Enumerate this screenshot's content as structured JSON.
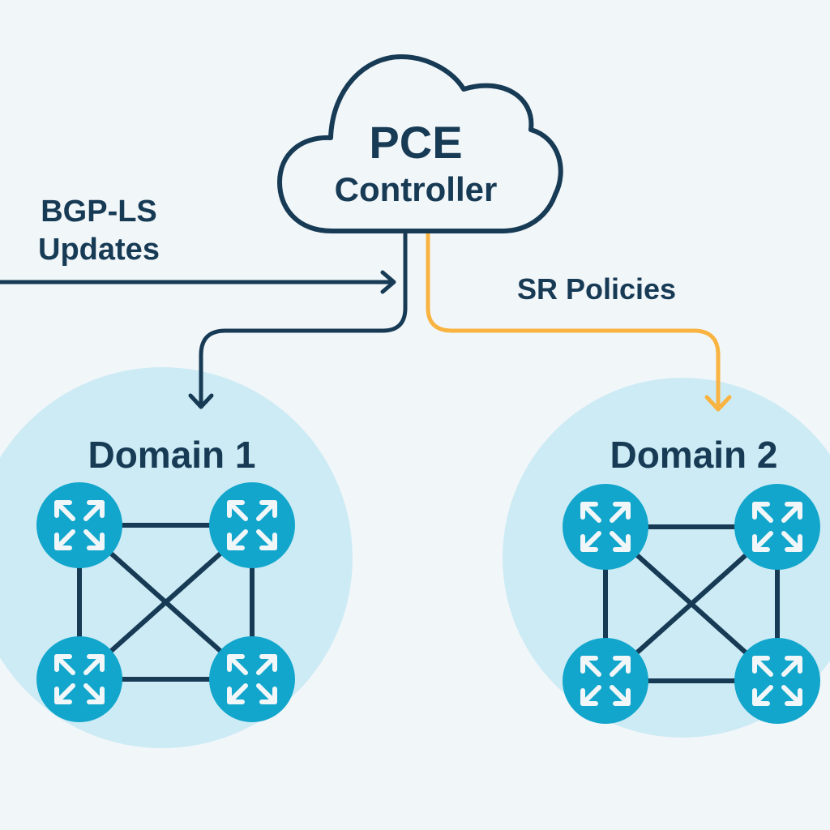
{
  "colors": {
    "background": "#f1f6f9",
    "ink": "#173a55",
    "accent_orange": "#f9b340",
    "domain_fill": "#cdebf5",
    "router_fill": "#12a6cc",
    "router_glyph": "#f1f6f9"
  },
  "controller": {
    "title": "PCE",
    "subtitle": "Controller",
    "icon": "cloud-icon"
  },
  "flows": {
    "bgp_ls": {
      "line1": "BGP-LS",
      "line2": "Updates",
      "direction": "into controller"
    },
    "sr_policies": {
      "label": "SR Policies",
      "direction": "controller to Domain 2"
    },
    "controller_to_domain1": {
      "direction": "controller to Domain 1"
    }
  },
  "domains": [
    {
      "label": "Domain 1",
      "routers": [
        "router-top-left",
        "router-top-right",
        "router-bottom-left",
        "router-bottom-right"
      ],
      "links": [
        "top",
        "bottom",
        "left",
        "right",
        "diagonal-1",
        "diagonal-2"
      ]
    },
    {
      "label": "Domain 2",
      "routers": [
        "router-top-left",
        "router-top-right",
        "router-bottom-left",
        "router-bottom-right"
      ],
      "links": [
        "top",
        "bottom",
        "left",
        "right",
        "diagonal-1",
        "diagonal-2"
      ]
    }
  ]
}
